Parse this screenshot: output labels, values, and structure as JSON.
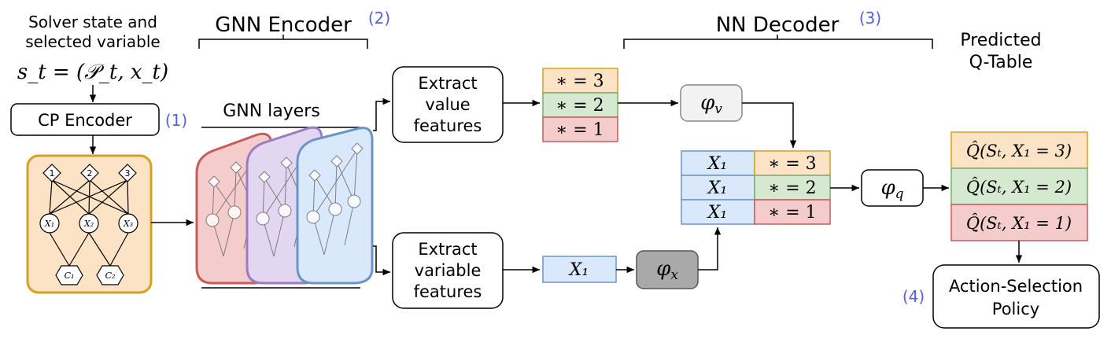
{
  "colors": {
    "orange_fill": "#fde3c6",
    "orange_stroke": "#d6a21e",
    "green_fill": "#d5e8d0",
    "green_stroke": "#7faa6e",
    "red_fill": "#f5cccc",
    "red_stroke": "#c65b5b",
    "blue_fill": "#d9e8fb",
    "blue_stroke": "#6b94c9",
    "purple_fill": "#e2d6f0",
    "purple_stroke": "#9a7cc1",
    "gray_fill": "#f2f2f2",
    "dark_fill": "#a9a9a9",
    "accent_number": "#5560e0"
  },
  "headers": {
    "solver_state_line1": "Solver state and",
    "solver_state_line2": "selected variable",
    "state_formula": "s_t = (𝒫_t, x_t)",
    "gnn_encoder": "GNN Encoder",
    "gnn_encoder_num": "(2)",
    "nn_decoder": "NN Decoder",
    "nn_decoder_num": "(3)",
    "predicted_line1": "Predicted",
    "predicted_line2": "Q-Table"
  },
  "cp_encoder": {
    "label": "CP Encoder",
    "num": "(1)"
  },
  "graph": {
    "value_nodes": [
      "1",
      "2",
      "3"
    ],
    "variable_nodes": [
      "X₁",
      "X₂",
      "X₃"
    ],
    "constraint_nodes": [
      "C₁",
      "C₂"
    ]
  },
  "gnn_layers_label": "GNN layers",
  "extract_value": {
    "line1": "Extract",
    "line2": "value",
    "line3": "features"
  },
  "extract_variable": {
    "line1": "Extract",
    "line2": "variable",
    "line3": "features"
  },
  "value_table": [
    "∗ = 3",
    "∗ = 2",
    "∗ = 1"
  ],
  "phi_v": "φv",
  "phi_x": "φx",
  "phi_q": "φq",
  "var_cell": "X₁",
  "combined_table": {
    "left": [
      "X₁",
      "X₁",
      "X₁"
    ],
    "right": [
      "∗ = 3",
      "∗ = 2",
      "∗ = 1"
    ]
  },
  "q_table": [
    "Q̂(Sₜ, X₁ = 3)",
    "Q̂(Sₜ, X₁ = 2)",
    "Q̂(Sₜ, X₁ = 1)"
  ],
  "policy": {
    "line1": "Action-Selection",
    "line2": "Policy",
    "num": "(4)"
  }
}
